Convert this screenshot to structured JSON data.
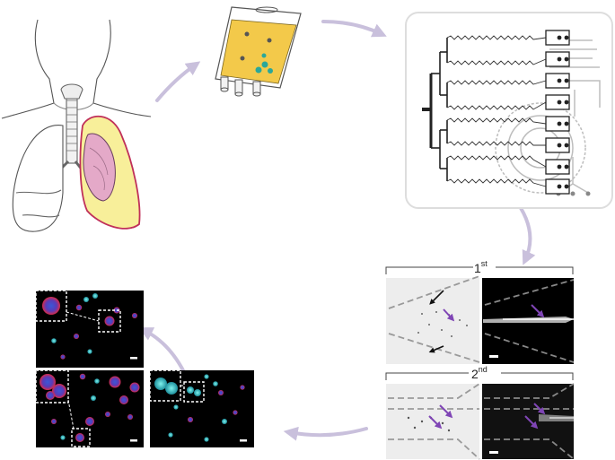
{
  "stages": {
    "first": {
      "number": "1",
      "suffix": "st"
    },
    "second": {
      "number": "2",
      "suffix": "nd"
    }
  },
  "colors": {
    "arrow": "#c9c0dc",
    "lung_outline": "#c0305a",
    "lung_fill": "#f8ef9a",
    "tumor_fill": "#e4a9c8",
    "bag_fill": "#f3c94a",
    "cell_teal": "#2aa79a",
    "flow_arrow_purple": "#7f45b5",
    "chip_lines": "#333333",
    "microscope_bg": "#000000"
  },
  "icons": [
    "human-torso-icon",
    "lung-tumor-icon",
    "fluid-bag-icon",
    "microfluidic-chip-icon",
    "cell-image-icon"
  ]
}
